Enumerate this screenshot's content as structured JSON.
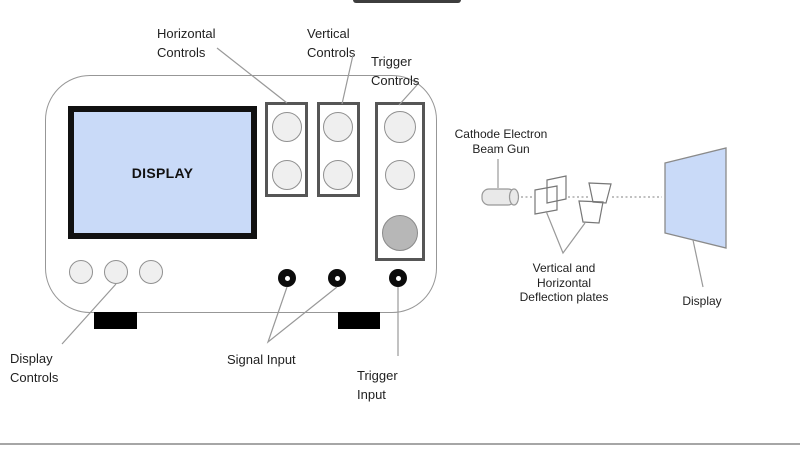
{
  "oscilloscope": {
    "screen_label": "DISPLAY",
    "horizontal_controls_label": "Horizontal\nControls",
    "vertical_controls_label": "Vertical\nControls",
    "trigger_controls_label": "Trigger\nControls",
    "display_controls_label": "Display\nControls",
    "signal_input_label": "Signal Input",
    "trigger_input_label": "Trigger\nInput"
  },
  "crt": {
    "gun_label": "Cathode Electron\nBeam Gun",
    "plates_label": "Vertical and\nHorizontal\nDeflection plates",
    "display_label": "Display"
  },
  "colors": {
    "screen_fill": "#c9daf8",
    "crt_display_fill": "#c9daf8",
    "knob_fill": "#efefef",
    "big_knob_fill": "#b7b7b7",
    "panel_border": "#565656",
    "body_border": "#979797",
    "leader_line": "#999999",
    "screen_border": "#111111",
    "top_bar": "#3d3d3d",
    "bottom_divider": "#a6a6a6"
  }
}
